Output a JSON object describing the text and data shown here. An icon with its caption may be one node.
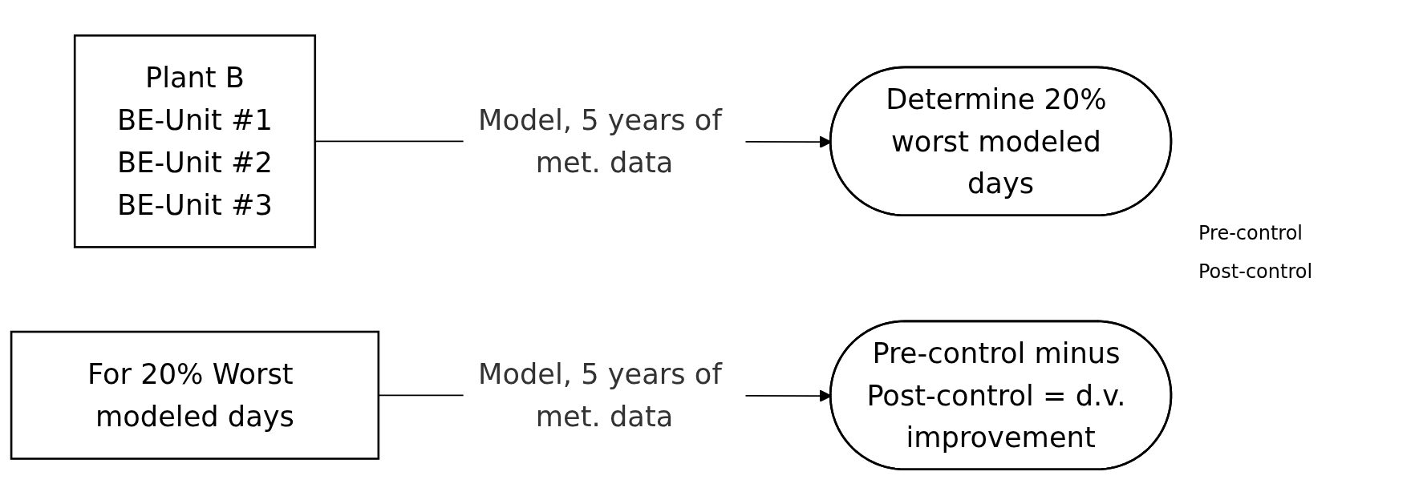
{
  "diagram": {
    "nodes": [
      {
        "text": [
          "Plant B",
          "BE-Unit #1",
          "BE-Unit #2",
          "BE-Unit #3"
        ]
      },
      {
        "text": [
          "Determine 20% worst modeled days"
        ]
      },
      {
        "text": [
          "For 20% Worst modeled days"
        ]
      },
      {
        "text": [
          "Pre-control minus Post-control = d.v. improvement"
        ]
      }
    ],
    "edges": [
      {
        "from": 0,
        "to": 1,
        "arrow": "to",
        "label": "Model, 5 years of met. data"
      },
      {
        "from": 2,
        "to": 3,
        "arrow": "to",
        "label": "Model, 5 years of met. data"
      }
    ],
    "labels": [
      "Pre-control",
      "Post-control"
    ]
  }
}
